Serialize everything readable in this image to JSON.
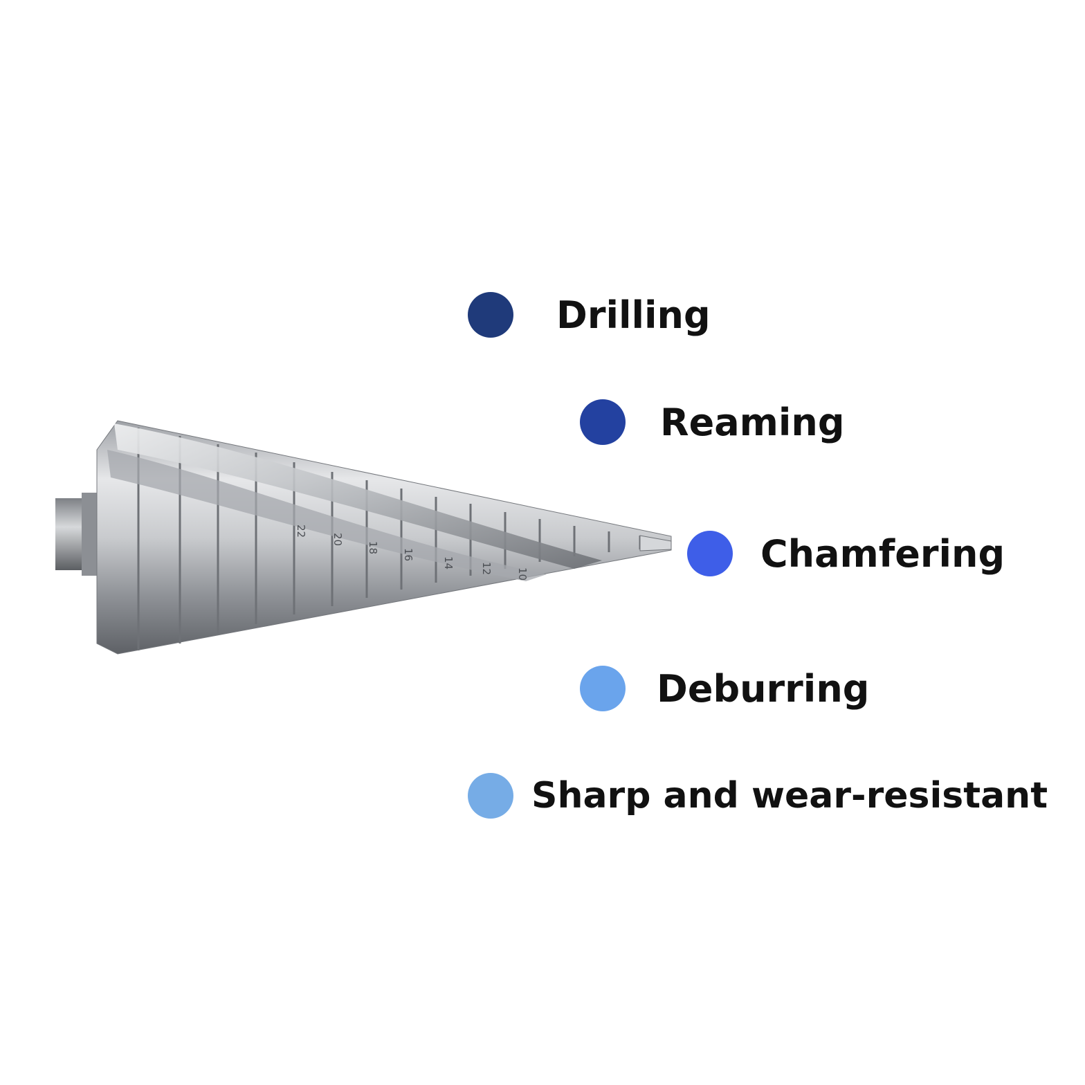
{
  "features": [
    {
      "label": "Drilling",
      "color": "#1f3a7a"
    },
    {
      "label": "Reaming",
      "color": "#2341a0"
    },
    {
      "label": "Chamfering",
      "color": "#3e5ee8"
    },
    {
      "label": "Deburring",
      "color": "#6aa4ec"
    },
    {
      "label": "Sharp and wear-resistant",
      "color": "#76ace6"
    }
  ],
  "drill_bit": {
    "step_markings": [
      "22",
      "20",
      "18",
      "16",
      "14",
      "12",
      "10"
    ],
    "steel_color": "#c4c6c9"
  }
}
